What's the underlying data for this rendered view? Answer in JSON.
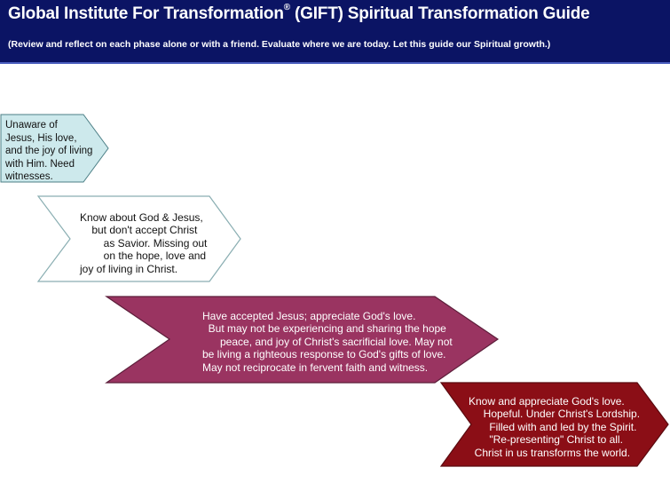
{
  "header": {
    "title_before": "Global Institute For Transformation",
    "title_registered": "®",
    "title_after": " (GIFT) Spiritual Transformation Guide",
    "subtitle": "(Review and reflect on each phase alone or with a friend.  Evaluate where we are today.  Let this guide our Spiritual growth.)"
  },
  "phases": [
    {
      "text": "Unaware of\nJesus, His love,\nand the joy of living\nwith Him. Need\nwitnesses.",
      "fill": "#cde9ec",
      "stroke": "#4c7f86"
    },
    {
      "text": "Know about God & Jesus,\n    but don't accept Christ\n        as Savior. Missing out\n        on the hope, love and\njoy of living in Christ.",
      "fill": "#ffffff",
      "stroke": "#8aaeb2"
    },
    {
      "text": "Have accepted Jesus; appreciate God's love.\n  But may not be experiencing and sharing the hope\n      peace, and joy of Christ's sacrificial love. May not\nbe living a righteous response to God's gifts of love.\nMay not reciprocate in fervent faith and witness.",
      "fill": "#9a3461",
      "stroke": "#5c1e3a"
    },
    {
      "text": "Know and appreciate God's love.\n     Hopeful. Under Christ's Lordship.\n       Filled with and led by the Spirit.\n       \"Re-presenting\" Christ to all.\n  Christ in us transforms the world.",
      "fill": "#8b0e16",
      "stroke": "#5a0a0f"
    }
  ]
}
